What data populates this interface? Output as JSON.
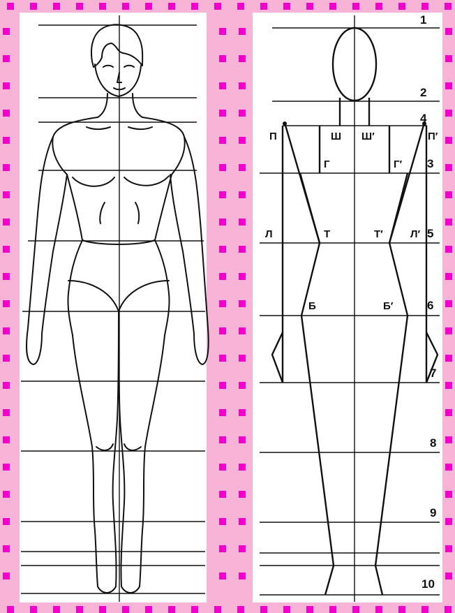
{
  "colors": {
    "frame_pink": "#F8B4D6",
    "dot_magenta": "#F000C8",
    "panel_white": "#FFFFFF",
    "ink": "#111111"
  },
  "left_panel": {
    "figure": "female-figure-front-view"
  },
  "right_panel": {
    "level_numbers": [
      "1",
      "2",
      "4",
      "3",
      "5",
      "6",
      "7",
      "8",
      "9",
      "10"
    ],
    "point_labels": {
      "P": "П",
      "P_prime": "П′",
      "Sh": "Ш",
      "Sh_prime": "Ш′",
      "G": "Г",
      "G_prime": "Г′",
      "L": "Л",
      "L_prime": "Л′",
      "T": "Т",
      "T_prime": "Т′",
      "B": "Б",
      "B_prime": "Б′"
    }
  }
}
